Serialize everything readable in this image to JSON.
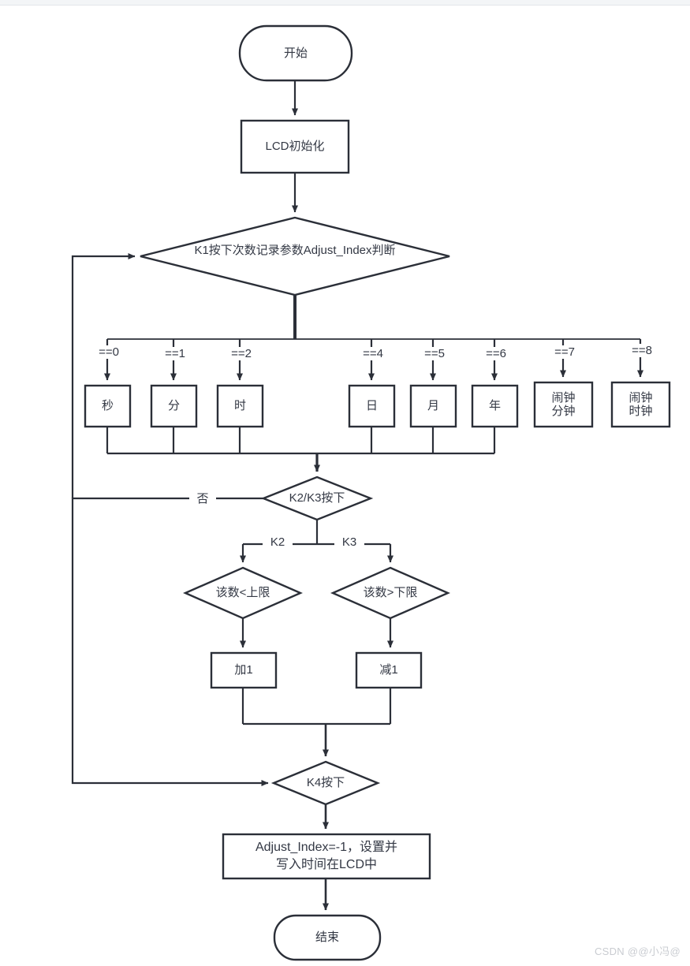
{
  "diagram": {
    "title_text": "",
    "type": "flowchart",
    "stroke_color": "#2b2f38",
    "text_color": "#333844",
    "fill_color": "#ffffff",
    "nodes": {
      "start": {
        "label": "开始",
        "shape": "terminator"
      },
      "lcd_init": {
        "label": "LCD初始化",
        "shape": "process"
      },
      "index_decision": {
        "label": "K1按下次数记录参数Adjust_Index判断",
        "shape": "decision"
      },
      "second": {
        "label": "秒",
        "shape": "process"
      },
      "minute": {
        "label": "分",
        "shape": "process"
      },
      "hour": {
        "label": "时",
        "shape": "process"
      },
      "day": {
        "label": "日",
        "shape": "process"
      },
      "month": {
        "label": "月",
        "shape": "process"
      },
      "year": {
        "label": "年",
        "shape": "process"
      },
      "alarm_minute": {
        "label": "闹钟\n分钟",
        "shape": "process"
      },
      "alarm_hour": {
        "label": "闹钟\n时钟",
        "shape": "process"
      },
      "k2k3_decision": {
        "label": "K2/K3按下",
        "shape": "decision"
      },
      "below_upper": {
        "label": "该数<上限",
        "shape": "decision"
      },
      "above_lower": {
        "label": "该数>下限",
        "shape": "decision"
      },
      "increment": {
        "label": "加1",
        "shape": "process"
      },
      "decrement": {
        "label": "减1",
        "shape": "process"
      },
      "k4_decision": {
        "label": "K4按下",
        "shape": "decision"
      },
      "write_time": {
        "label": "Adjust_Index=-1，设置并\n写入时间在LCD中",
        "shape": "process"
      },
      "end": {
        "label": "结束",
        "shape": "terminator"
      }
    },
    "branch_labels": {
      "eq0": "==0",
      "eq1": "==1",
      "eq2": "==2",
      "eq4": "==4",
      "eq5": "==5",
      "eq6": "==6",
      "eq7": "==7",
      "eq8": "==8",
      "no": "否",
      "k2": "K2",
      "k3": "K3"
    }
  },
  "watermark": {
    "text": "CSDN @@小冯@"
  }
}
